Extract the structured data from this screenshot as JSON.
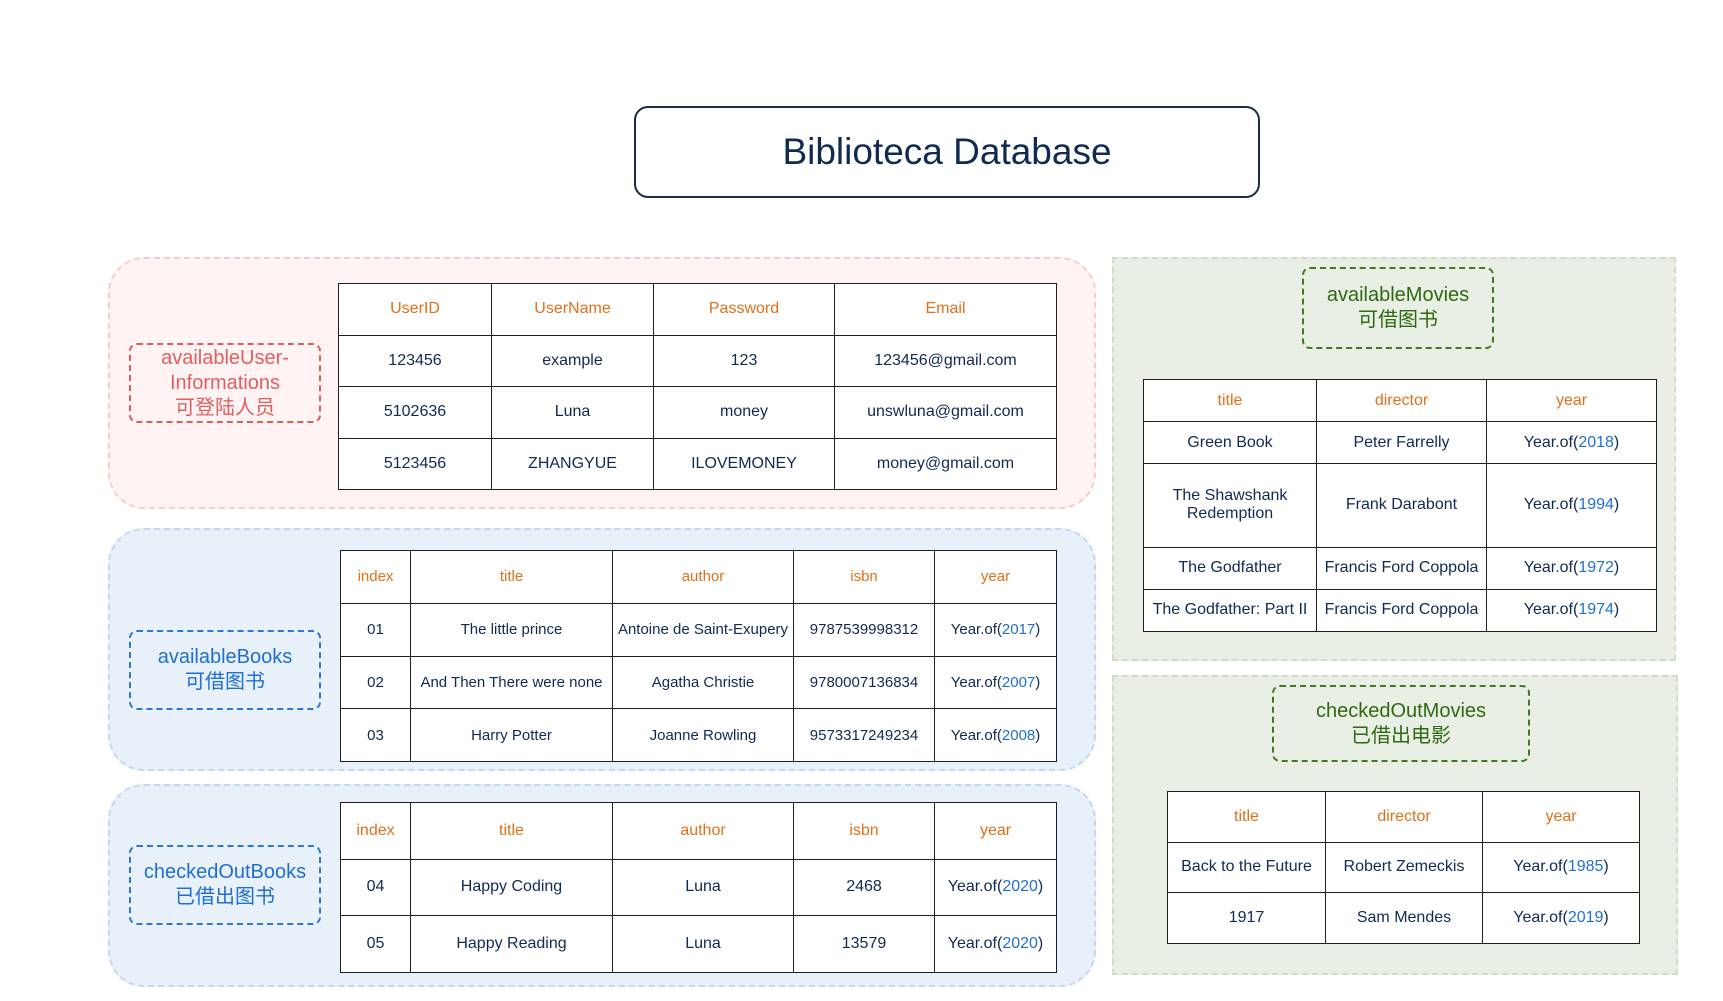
{
  "title": "Biblioteca Database",
  "groups": {
    "users": {
      "label_en": "availableUser-Informations",
      "label_zh": "可登陆人员"
    },
    "available_books": {
      "label_en": "availableBooks",
      "label_zh": "可借图书"
    },
    "checked_out_books": {
      "label_en": "checkedOutBooks",
      "label_zh": "已借出图书"
    },
    "available_movies": {
      "label_en": "availableMovies",
      "label_zh": "可借图书"
    },
    "checked_out_movies": {
      "label_en": "checkedOutMovies",
      "label_zh": "已借出电影"
    }
  },
  "users_table": {
    "columns": [
      "UserID",
      "UserName",
      "Password",
      "Email"
    ],
    "rows": [
      [
        "123456",
        "example",
        "123",
        "123456@gmail.com"
      ],
      [
        "5102636",
        "Luna",
        "money",
        "unswluna@gmail.com"
      ],
      [
        "5123456",
        "ZHANGYUE",
        "ILOVEMONEY",
        "money@gmail.com"
      ]
    ]
  },
  "books_table": {
    "columns": [
      "index",
      "title",
      "author",
      "isbn",
      "year"
    ],
    "year_prefix": "Year.of(",
    "year_suffix": ")",
    "rows": [
      {
        "index": "01",
        "title": "The little prince",
        "author": "Antoine de Saint-Exupery",
        "isbn": "9787539998312",
        "year": "2017"
      },
      {
        "index": "02",
        "title": "And Then There were none",
        "author": "Agatha Christie",
        "isbn": "9780007136834",
        "year": "2007"
      },
      {
        "index": "03",
        "title": "Harry Potter",
        "author": "Joanne Rowling",
        "isbn": "9573317249234",
        "year": "2008"
      }
    ]
  },
  "checked_books_table": {
    "columns": [
      "index",
      "title",
      "author",
      "isbn",
      "year"
    ],
    "rows": [
      {
        "index": "04",
        "title": "Happy Coding",
        "author": "Luna",
        "isbn": "2468",
        "year": "2020"
      },
      {
        "index": "05",
        "title": "Happy Reading",
        "author": "Luna",
        "isbn": "13579",
        "year": "2020"
      }
    ]
  },
  "movies_table": {
    "columns": [
      "title",
      "director",
      "year"
    ],
    "rows": [
      {
        "title": "Green Book",
        "director": "Peter Farrelly",
        "year": "2018"
      },
      {
        "title": "The Shawshank Redemption",
        "director": "Frank Darabont",
        "year": "1994"
      },
      {
        "title": "The Godfather",
        "director": "Francis Ford Coppola",
        "year": "1972"
      },
      {
        "title": "The Godfather: Part II",
        "director": "Francis Ford Coppola",
        "year": "1974"
      }
    ]
  },
  "checked_movies_table": {
    "columns": [
      "title",
      "director",
      "year"
    ],
    "rows": [
      {
        "title": "Back to the Future",
        "director": "Robert Zemeckis",
        "year": "1985"
      },
      {
        "title": "1917",
        "director": "Sam Mendes",
        "year": "2019"
      }
    ]
  }
}
